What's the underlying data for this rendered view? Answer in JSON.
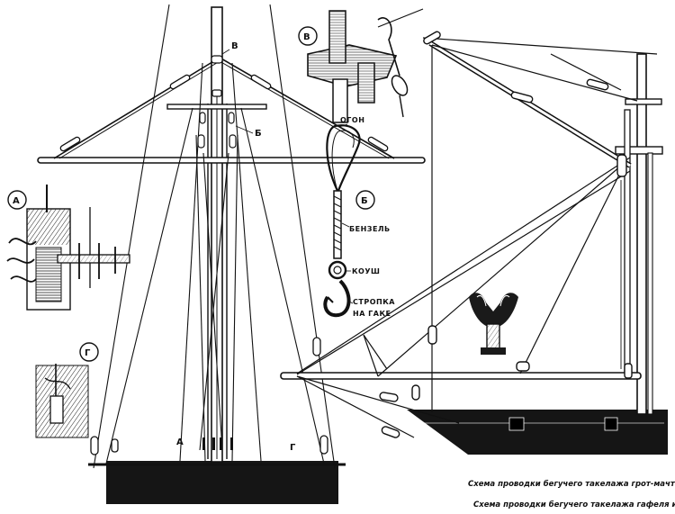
{
  "callouts": {
    "a": "А",
    "b": "Б",
    "v": "В",
    "g": "Г",
    "a_small": "А",
    "b_small": "Б",
    "v_small": "В",
    "g_small": "Г"
  },
  "detail_b": {
    "ogon": "ОГОН",
    "benzel": "БЕНЗЕЛЬ",
    "koush": "КОУШ",
    "stropka_line1": "СТРОПКА",
    "stropka_line2": "НА ГАКЕ"
  },
  "captions": {
    "line1": "Схема проводки бегучего такелажа   грот-мачты.",
    "line2": "Схема проводки бегучего такелажа гафеля и гика."
  }
}
